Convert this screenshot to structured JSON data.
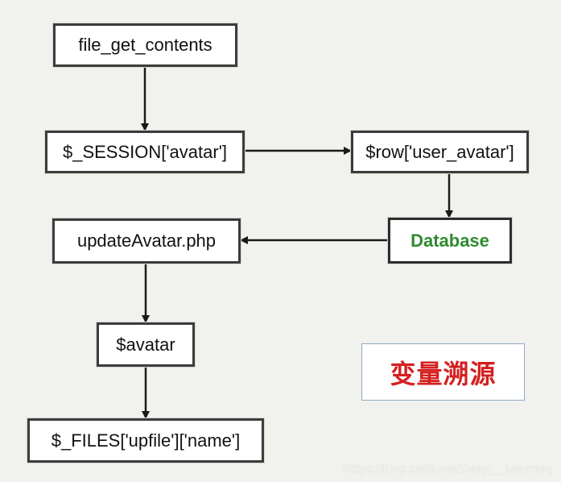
{
  "nodes": {
    "file_get_contents": "file_get_contents",
    "session_avatar": "$_SESSION['avatar']",
    "row_user_avatar": "$row['user_avatar']",
    "database": "Database",
    "update_avatar": "updateAvatar.php",
    "avatar": "$avatar",
    "files_upfile_name": "$_FILES['upfile']['name']"
  },
  "legend": "变量溯源",
  "watermark": "https://blog.csdn.net/Deep___Learning",
  "colors": {
    "database_text": "#2f8a2f",
    "legend_text": "#d42020",
    "box_border": "#3c3c3c",
    "background": "#f1f1ed"
  }
}
